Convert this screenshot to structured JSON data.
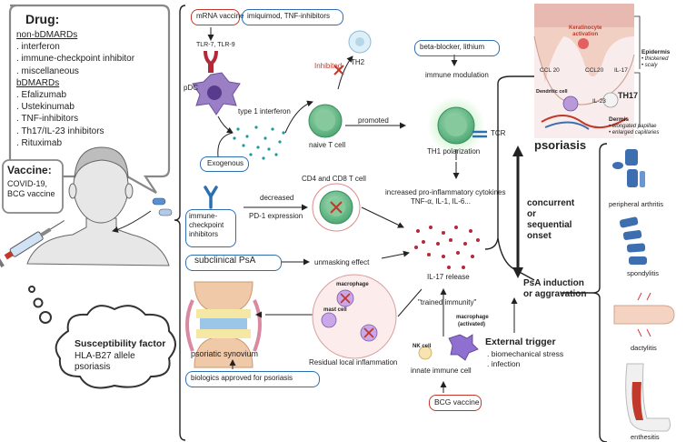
{
  "drug": {
    "title": "Drug",
    "colon": ":",
    "non_bdmards_header": "non-bDMARDs",
    "non_bdmards": [
      ". interferon",
      ". immune-checkpoint inhibitor",
      ". miscellaneous"
    ],
    "bdmards_header": "bDMARDs",
    "bdmards": [
      ". Efalizumab",
      ". Ustekinumab",
      ". TNF-inhibitors",
      ". Th17/IL-23 inhibitors",
      ". Rituximab"
    ]
  },
  "vaccine": {
    "title": "Vaccine",
    "colon": ":",
    "items": [
      "COVID-19,",
      "BCG vaccine"
    ]
  },
  "susceptibility": {
    "title": "Susceptibility factor",
    "items": [
      "HLA-B27 allele",
      "psoriasis"
    ]
  },
  "top_pathway": {
    "mrna_vaccine": "mRNA vaccine",
    "imiquimod": "imiquimod, TNF-inhibitors",
    "tlr": "TLR-7, TLR-9",
    "pdc": "pDC",
    "type1_ifn": "type 1 interferon",
    "exogenous": "Exogenous",
    "inhibited": "Inhibited",
    "th2": "TH2",
    "naive_t": "naive T cell",
    "promoted": "promoted",
    "beta_blocker": "beta-blocker, lithium",
    "immune_modulation": "immune modulation",
    "tcr": "TCR",
    "th1_polarization": "TH1 polarization"
  },
  "middle_pathway": {
    "icp_inhibitors": [
      "immune-",
      "checkpoint",
      "inhibitors"
    ],
    "decreased": "decreased",
    "pd1": "PD-1 expression",
    "cd4_cd8": "CD4 and CD8 T cell",
    "cytokines_line1": "increased pro-inflammatory cytokines",
    "cytokines_line2": "TNF-α, IL-1, IL-6...",
    "subclinical": "subclinical PsA",
    "unmasking": "unmasking effect",
    "il17_release": "IL-17 release",
    "trained_immunity": "\"trained immunity\""
  },
  "bottom_pathway": {
    "macrophage": "macrophage",
    "mast_cell": "mast cell",
    "psoriatic_synovium": "psoriatic synovium",
    "residual": "Residual local inflammation",
    "biologics": "biologics approved for psoriasis",
    "macrophage_act1": "macrophage",
    "macrophage_act2": "(activated)",
    "nk_cell": "NK cell",
    "innate": "innate immune cell",
    "bcg": "BCG vaccine"
  },
  "trigger": {
    "title": "External trigger",
    "items": [
      ". biomechanical stress",
      ". infection"
    ]
  },
  "right": {
    "keratinocyte": [
      "Keratinocyte",
      "activation"
    ],
    "ccl20_left": "CCL 20",
    "ccl20_right": "CCL20",
    "il17": "IL-17",
    "il23": "IL-23",
    "dendritic": "Dendritic cell",
    "th17": "TH17",
    "epidermis": "Epidermis",
    "epidermis_items": [
      "• thickened",
      "• scaly"
    ],
    "dermis": "Dermis",
    "dermis_items": [
      "• elongated papillae",
      "• enlarged capillaries"
    ],
    "psoriasis": "psoriasis",
    "concurrent": [
      "concurrent",
      "or",
      "sequential",
      "onset"
    ],
    "psa_induction": [
      "PsA induction",
      "or aggravation"
    ],
    "manifestations": [
      "peripheral arthritis",
      "spondylitis",
      "dactylitis",
      "enthesitis"
    ]
  },
  "colors": {
    "red_outline": "#c0392b",
    "blue_outline": "#2e6fb0",
    "cell_green": "#6fbf8e",
    "cytokine_red": "#b22a3a",
    "dot_teal": "#1f9aa0"
  }
}
